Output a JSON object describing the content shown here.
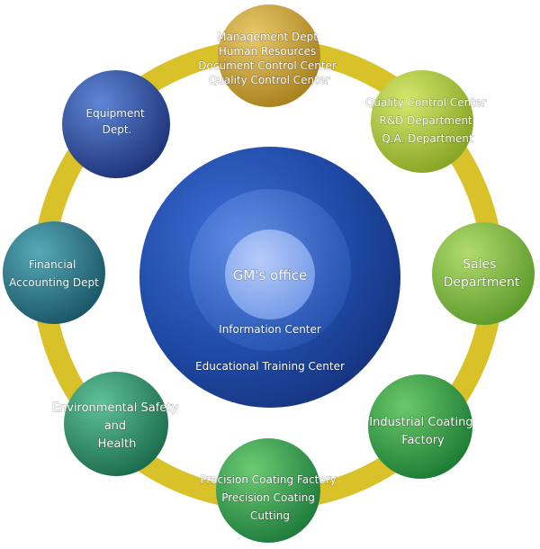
{
  "center": {
    "core_label": "GM's office",
    "middle_label": "Information Center",
    "outer_label": "Educational Training Center"
  },
  "nodes": [
    {
      "id": "management",
      "lines": [
        "Management Dept",
        "Human Resources",
        "Document Control Center",
        "Quality Control Center"
      ],
      "color": "#caa33a"
    },
    {
      "id": "quality",
      "lines": [
        "Quality Control Center",
        "R&D Department",
        "Q.A. Department"
      ],
      "color": "#a9c23a"
    },
    {
      "id": "sales",
      "lines": [
        "Sales",
        "Department"
      ],
      "color": "#7db83e"
    },
    {
      "id": "industrial",
      "lines": [
        "Industrial Coating",
        "Factory"
      ],
      "color": "#2e9a44"
    },
    {
      "id": "precision",
      "lines": [
        "Precision Coating Factory",
        "Precision Coating",
        "Cutting"
      ],
      "color": "#2f9a52"
    },
    {
      "id": "environmental",
      "lines": [
        "Environmental Safety",
        "and",
        "Health"
      ],
      "color": "#2b8f6b"
    },
    {
      "id": "financial",
      "lines": [
        "Financial",
        "Accounting Dept"
      ],
      "color": "#2a7485"
    },
    {
      "id": "equipment",
      "lines": [
        "Equipment",
        "Dept."
      ],
      "color": "#2d4a96"
    }
  ],
  "ring_color": "#d9c12a"
}
